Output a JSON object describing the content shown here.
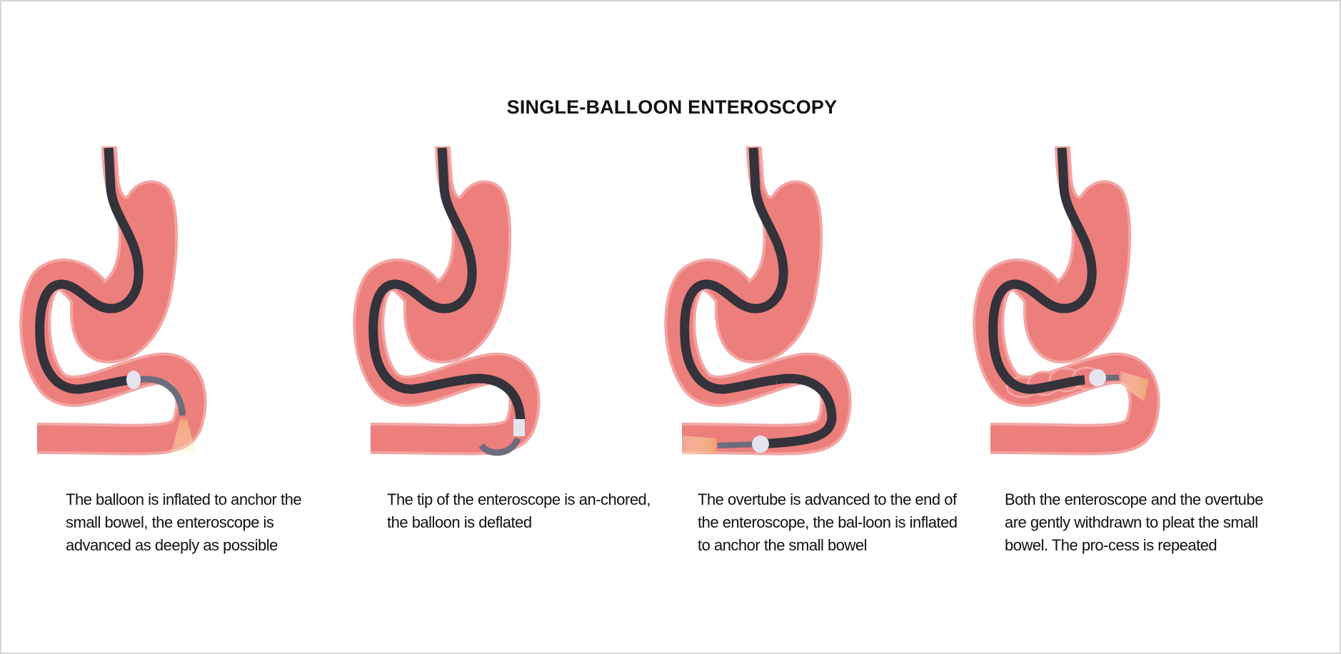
{
  "title": "SINGLE-BALLOON ENTEROSCOPY",
  "colors": {
    "tissue": "#ec7f7c",
    "tissue_outline": "#f3a5a3",
    "scope": "#34323a",
    "overtube": "#6c6c7c",
    "balloon": "#e4e4ee",
    "light": "#f5c08a"
  },
  "steps": [
    {
      "caption": "The balloon is inflated to anchor the small bowel, the enteroscope is advanced as deeply as possible"
    },
    {
      "caption": "The tip of the enteroscope is  an-chored, the balloon is deflated"
    },
    {
      "caption": "The overtube is advanced to the end of the enteroscope, the bal-loon is inflated to anchor the small bowel"
    },
    {
      "caption": "Both the enteroscope and the overtube are gently withdrawn to pleat the small bowel. The pro-cess is repeated"
    }
  ]
}
